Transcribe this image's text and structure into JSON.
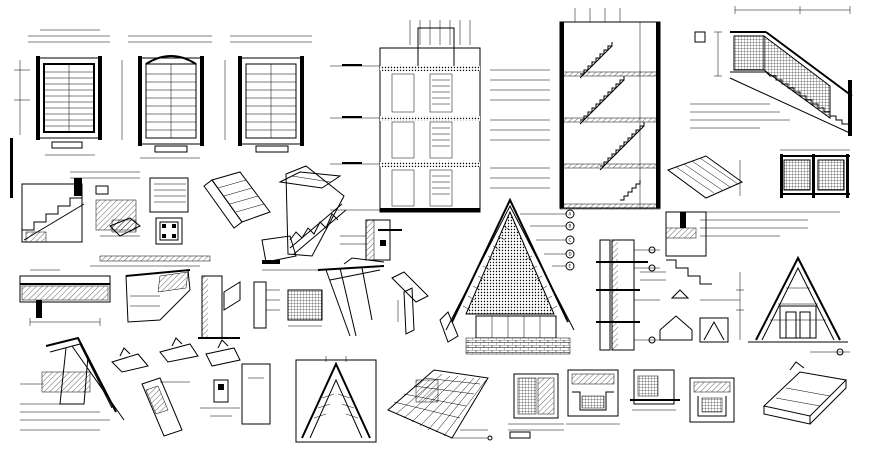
{
  "sheet": {
    "title": "",
    "background": "#ffffff",
    "ink": "#000000"
  },
  "tags": {
    "a": "A",
    "b": "B",
    "c": "C",
    "d": "D",
    "e": "E"
  }
}
